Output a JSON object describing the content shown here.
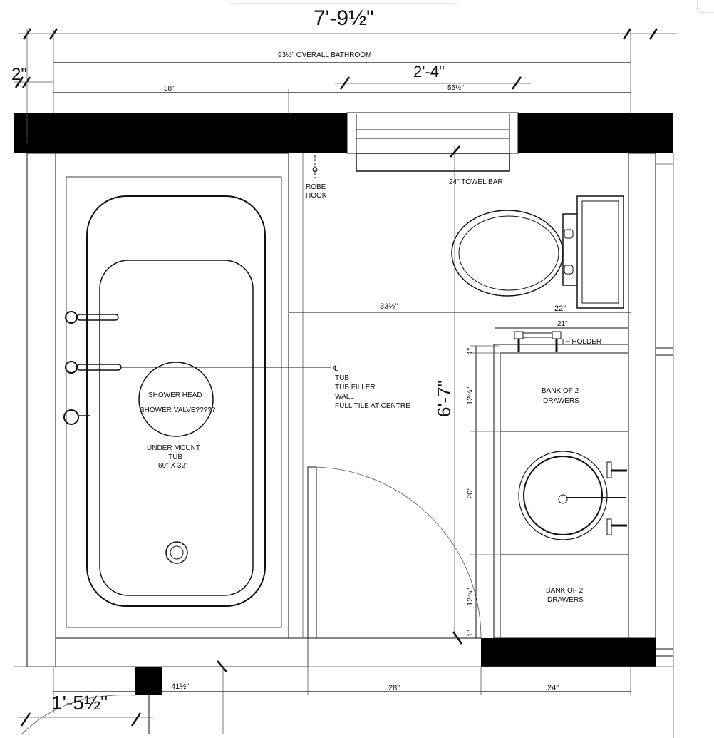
{
  "drawing": {
    "overall_width": "7'-9½\"",
    "overall_bathroom": "93½\" OVERALL BATHROOM",
    "left_offset": "2\"",
    "tub_zone_width": "38\"",
    "window_width": "2'-4\"",
    "window_offset": "55½\"",
    "towel_bar": "24\" TOWEL BAR",
    "robe_hook": [
      "ROBE",
      "HOOK"
    ],
    "toilet_centre": "33½\"",
    "vanity_depth": "22\"",
    "tp_offset": "21\"",
    "tp_holder": "TP HOLDER",
    "centreline_symbol": "℄",
    "centre_notes": [
      "TUB",
      "TUB FILLER",
      "WALL",
      "FULL TILE AT CENTRE"
    ],
    "room_depth": "6'-7\"",
    "vanity_dims": [
      "1\"",
      "12¾\"",
      "20\"",
      "12¾\"",
      "1\""
    ],
    "drawers_top": [
      "BANK OF 2",
      "DRAWERS"
    ],
    "drawers_bottom": [
      "BANK OF 2",
      "DRAWERS"
    ],
    "shower_labels": [
      "SHOWER HEAD",
      "SHOWER VALVE?????"
    ],
    "tub_label": [
      "UNDER MOUNT",
      "TUB",
      "69\" X 32\""
    ],
    "bottom_dims": {
      "left_wall": "1'-5½\"",
      "tub_to_door": "41½\"",
      "door_opening": "28\"",
      "vanity": "24\""
    }
  }
}
